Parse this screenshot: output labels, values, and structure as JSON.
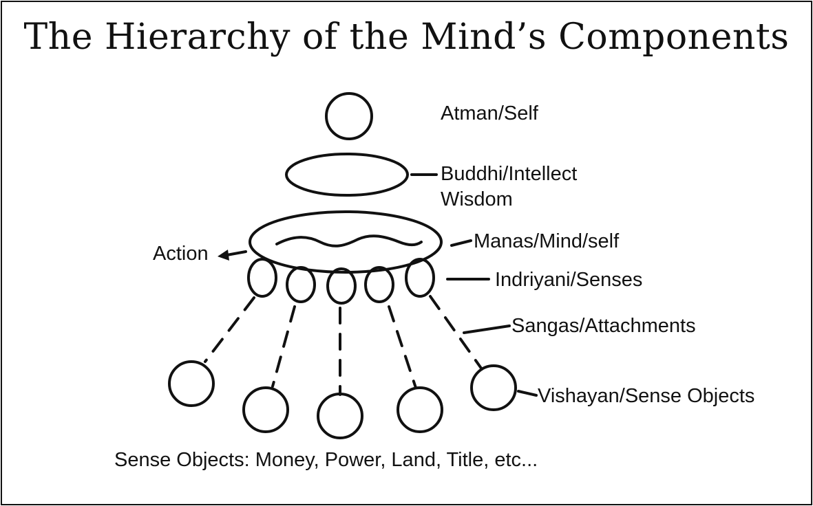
{
  "title": "The Hierarchy of the Mind’s Components",
  "labels": {
    "atman": "Atman/Self",
    "buddhi_line1": "Buddhi/Intellect",
    "buddhi_line2": "Wisdom",
    "manas": "Manas/Mind/self",
    "action": "Action",
    "indriyani": "Indriyani/Senses",
    "sangas": "Sangas/Attachments",
    "vishayan": "Vishayan/Sense Objects",
    "footer": "Sense Objects: Money, Power, Land, Title, etc..."
  },
  "colors": {
    "ink": "#111111",
    "background": "#ffffff"
  }
}
